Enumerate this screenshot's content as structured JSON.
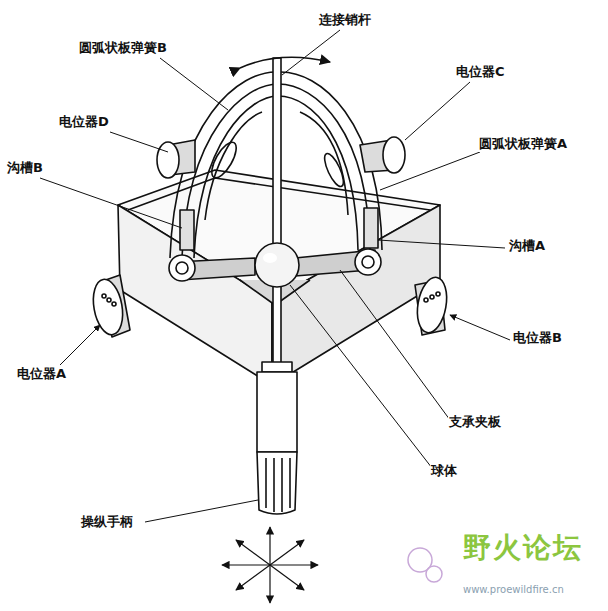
{
  "diagram": {
    "labels": [
      "连接销杆",
      "圆弧状板弹簧B",
      "电位器C",
      "电位器D",
      "圆弧状板弹簧A",
      "沟槽B",
      "沟槽A",
      "电位器B",
      "电位器A",
      "支承夹板",
      "球体",
      "操纵手柄",
      "野火论坛",
      "www.proewildfire.cn"
    ]
  }
}
